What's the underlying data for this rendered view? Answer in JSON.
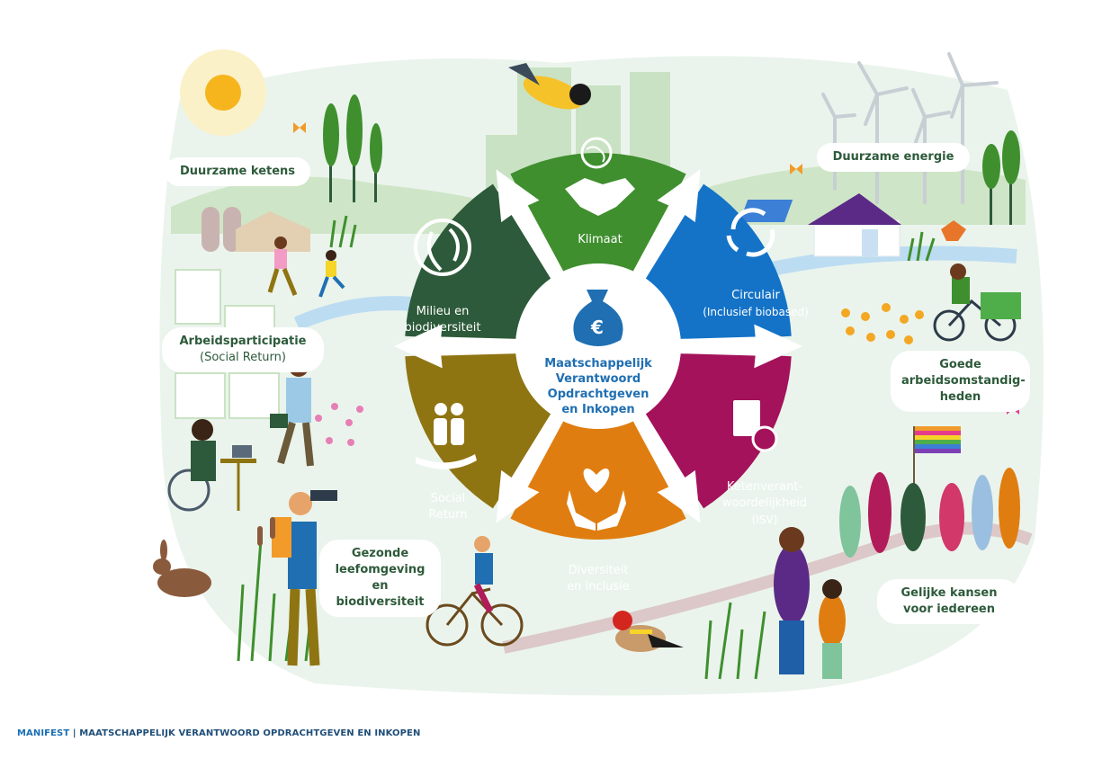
{
  "segments": {
    "klimaat": {
      "label": "Klimaat",
      "color": "#3f8f2e"
    },
    "circulair": {
      "label": "Circulair",
      "sub": "(Inclusief biobased)",
      "color": "#1473c7"
    },
    "keten": {
      "label": "Ketenverant-\nwoordelijkheid",
      "sub": "(ISV)",
      "color": "#a3125a"
    },
    "diversiteit": {
      "label": "Diversiteit\nen inclusie",
      "color": "#e07d10"
    },
    "social": {
      "label": "Social\nReturn",
      "color": "#8f7412"
    },
    "milieu": {
      "label": "Milieu en\nbiodiversiteit",
      "color": "#2d5a3a"
    }
  },
  "center": {
    "label": "Maatschappelijk\nVerantwoord\nOpdrachtgeven\nen Inkopen",
    "icon": "euro-moneybag-icon"
  },
  "outer_labels": {
    "duurzame_ketens": "Duurzame ketens",
    "duurzame_energie": "Duurzame energie",
    "arbeidsparticipatie": "Arbeidsparticipatie",
    "arbeidsparticipatie_sub": "(Social Return)",
    "goede_arbeid": "Goede\narbeidsomstandig-\nheden",
    "gezonde": "Gezonde\nleefomgeving en\nbiodiversiteit",
    "gelijke": "Gelijke kansen\nvoor iedereen"
  },
  "footer": {
    "brand": "MANIFEST",
    "separator": " | ",
    "title": "MAATSCHAPPELIJK VERANTWOORD OPDRACHTGEVEN EN INKOPEN"
  }
}
